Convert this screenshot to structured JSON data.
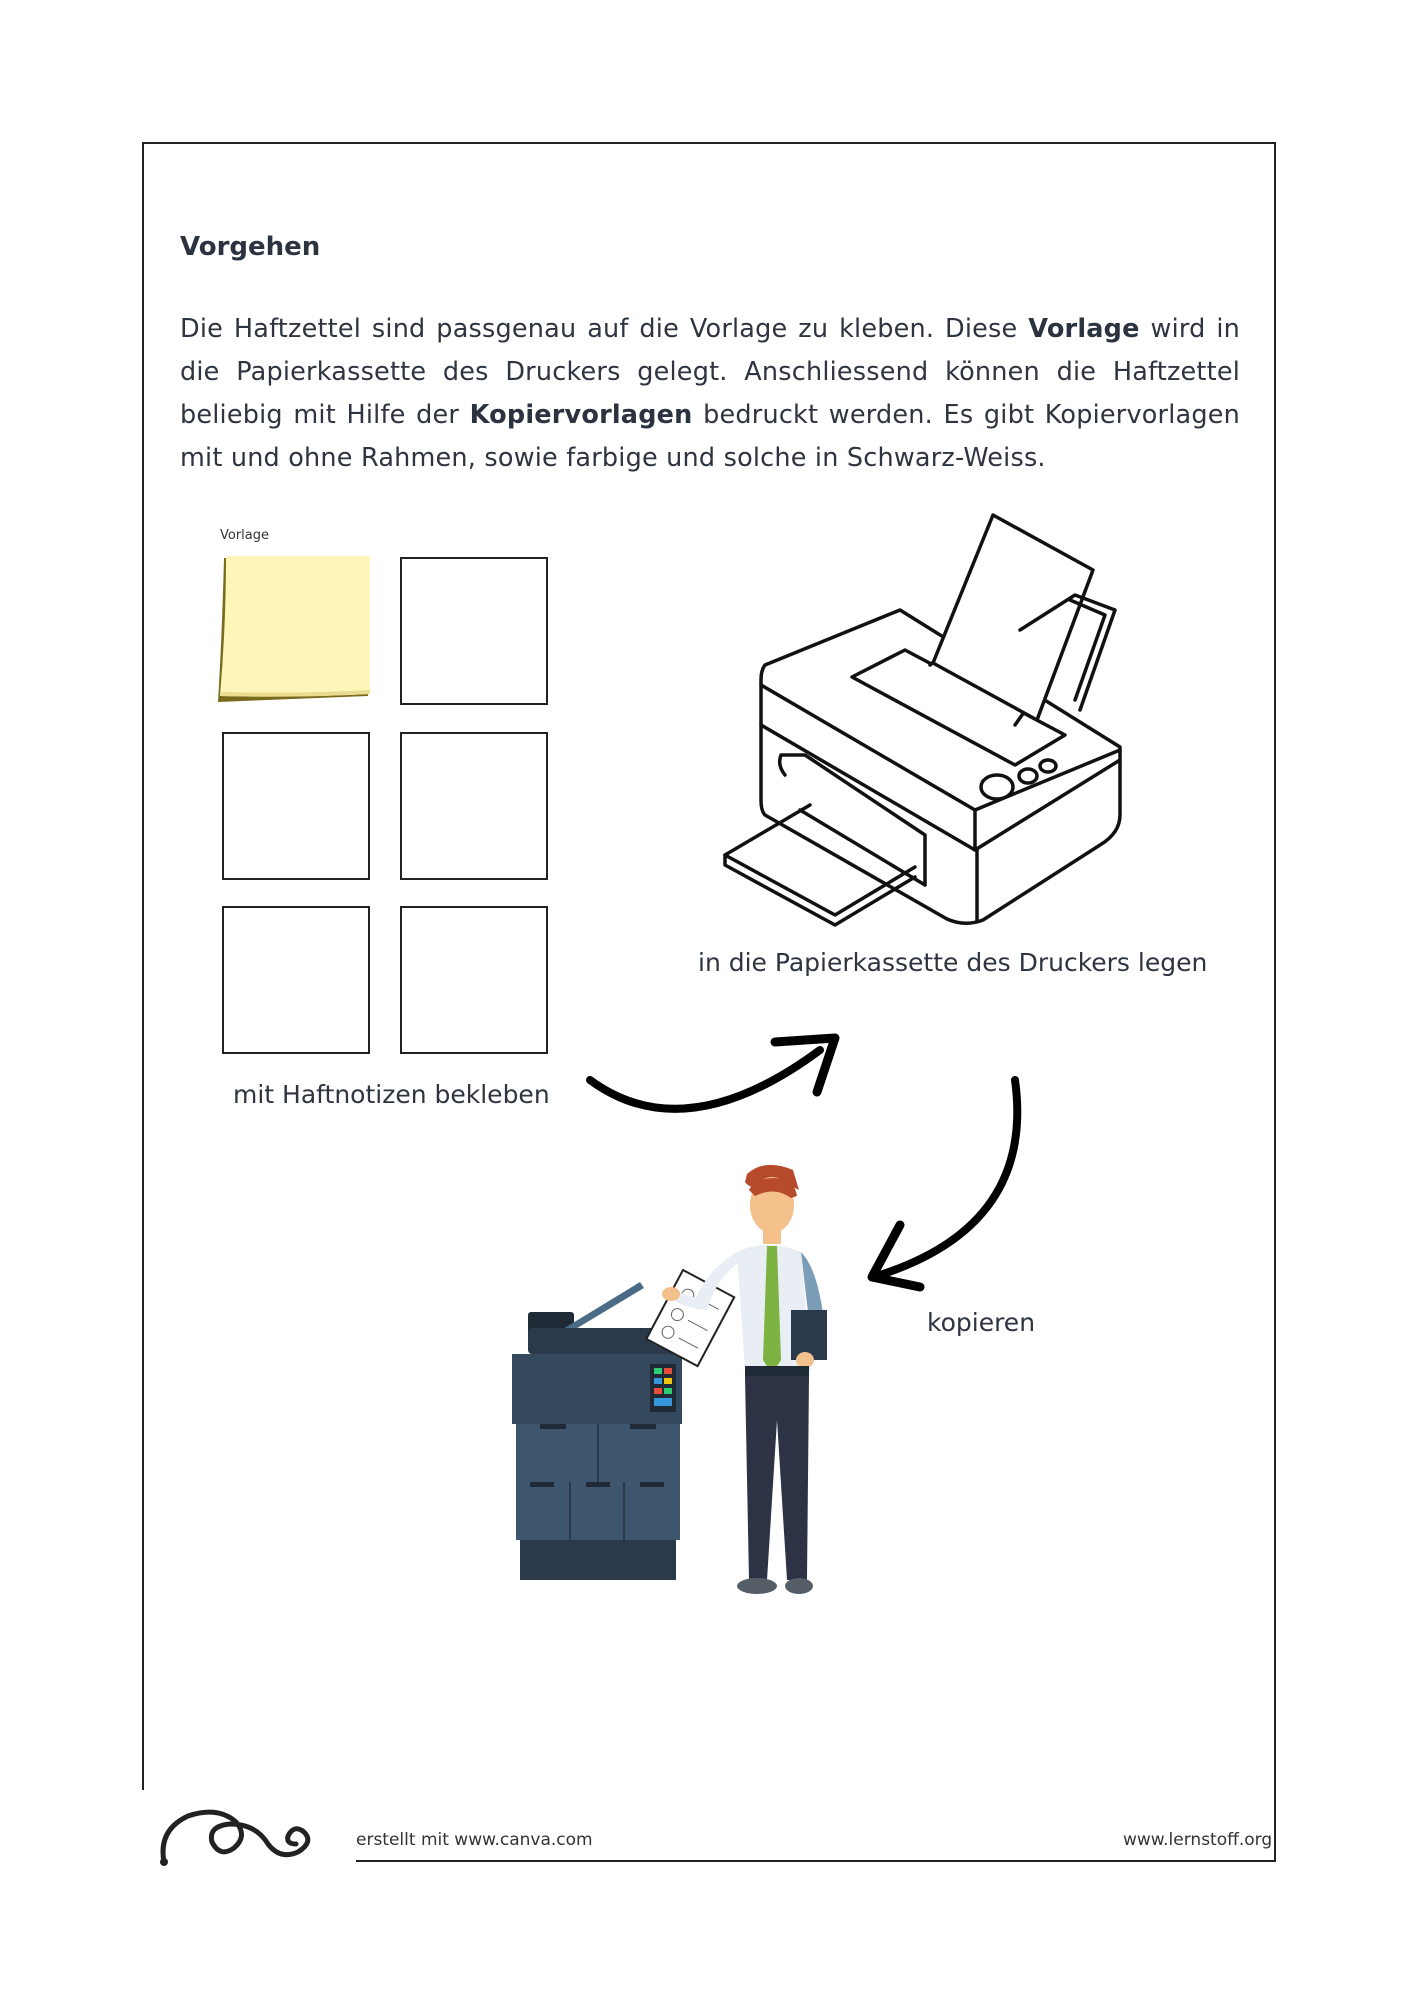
{
  "heading": "Vorgehen",
  "paragraph": {
    "part1": "Die Haftzettel sind passgenau auf die Vorlage zu kleben. Diese ",
    "bold1": "Vorlage",
    "part2": " wird in die Papierkassette des Druckers gelegt. Anschliessend können die Haftzettel beliebig mit Hilfe der ",
    "bold2": "Kopiervorlagen",
    "part3": " bedruckt werden. Es gibt Kopiervorlagen mit und ohne Rahmen, sowie farbige und solche in Schwarz-Weiss."
  },
  "template": {
    "label": "Vorlage",
    "caption": "mit Haftnotizen bekleben"
  },
  "printer": {
    "caption": "in die Papierkassette des Druckers legen"
  },
  "copy": {
    "caption": "kopieren"
  },
  "icons": [
    "sticky-note-icon",
    "printer-icon",
    "curved-arrow-icon",
    "copier-icon",
    "businessman-icon",
    "swirl-ornament-icon"
  ],
  "colors": {
    "text": "#2e3440",
    "sticky_note": "#fdf6b8",
    "copier": "#34495e"
  },
  "footer": {
    "left": "erstellt mit www.canva.com",
    "right": "www.lernstoff.org"
  }
}
